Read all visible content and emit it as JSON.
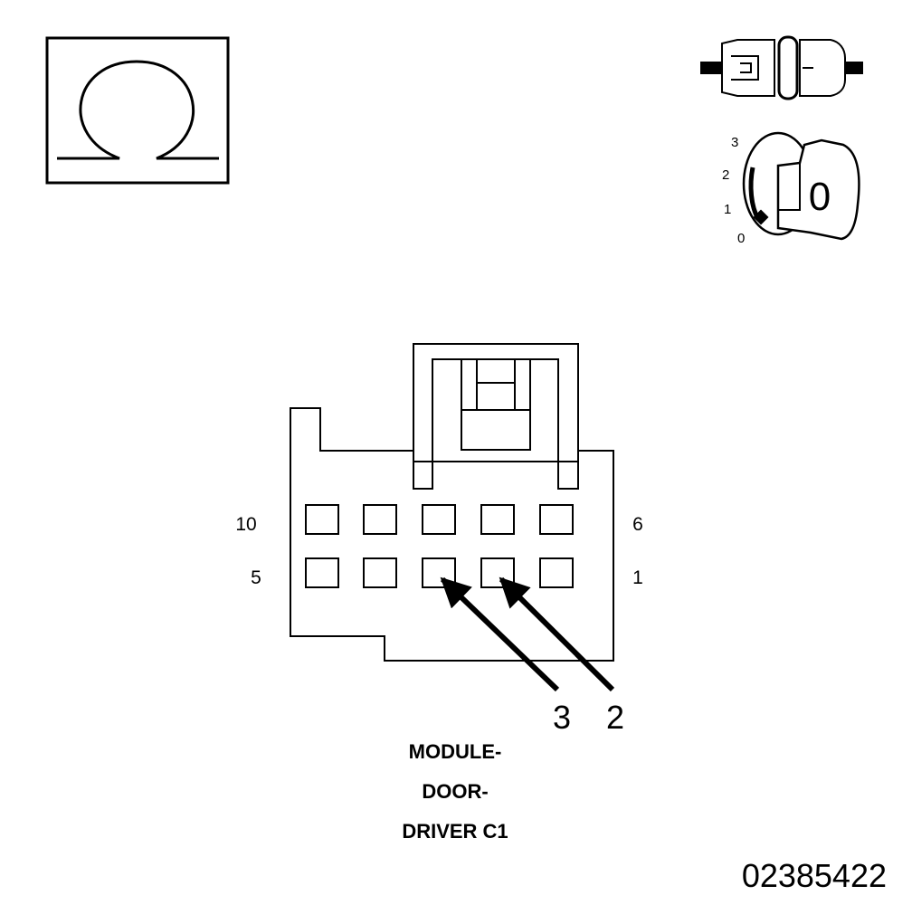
{
  "ignition": {
    "positions": [
      "3",
      "2",
      "1",
      "0"
    ],
    "current": "0"
  },
  "connector": {
    "pin_labels": {
      "top_left": "10",
      "top_right": "6",
      "bottom_left": "5",
      "bottom_right": "1"
    },
    "probe_labels": [
      "3",
      "2"
    ],
    "caption": [
      "MODULE-",
      "DOOR-",
      "DRIVER C1"
    ]
  },
  "figure_id": "02385422"
}
